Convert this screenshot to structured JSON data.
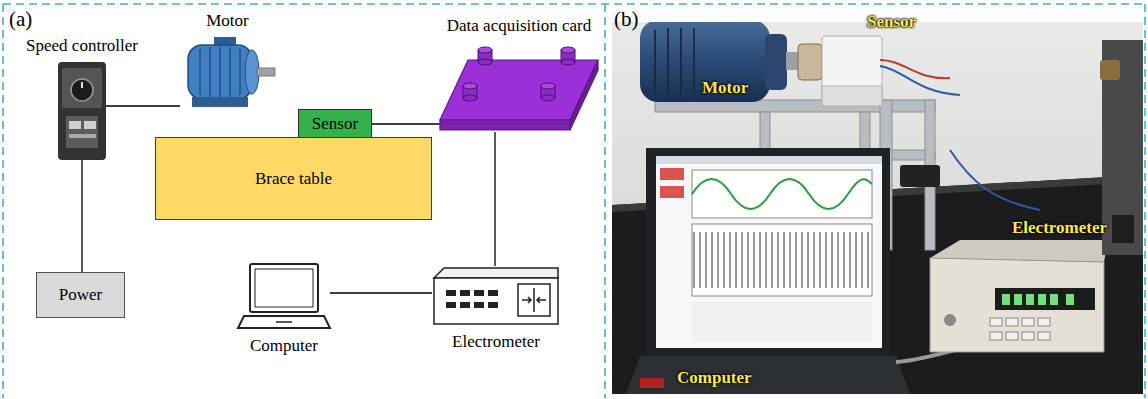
{
  "diagram": {
    "nodes": [
      {
        "text": [
          "Speed controller"
        ]
      },
      {
        "text": [
          "Motor"
        ]
      },
      {
        "text": [
          "Sensor"
        ]
      },
      {
        "text": [
          "Brace table"
        ]
      },
      {
        "text": [
          "Data acquisition card"
        ]
      },
      {
        "text": [
          "Power"
        ]
      },
      {
        "text": [
          "Computer"
        ]
      },
      {
        "text": [
          "Electrometer"
        ]
      }
    ],
    "edges": [
      {
        "from": 0,
        "to": 1,
        "arrow": "none"
      },
      {
        "from": 0,
        "to": 5,
        "arrow": "none"
      },
      {
        "from": 2,
        "to": 4,
        "arrow": "none"
      },
      {
        "from": 4,
        "to": 7,
        "arrow": "none"
      },
      {
        "from": 6,
        "to": 7,
        "arrow": "none"
      }
    ],
    "labels": [
      "(a)",
      "(b)",
      "Motor",
      "Sensor",
      "Electrometer",
      "Computer"
    ]
  }
}
